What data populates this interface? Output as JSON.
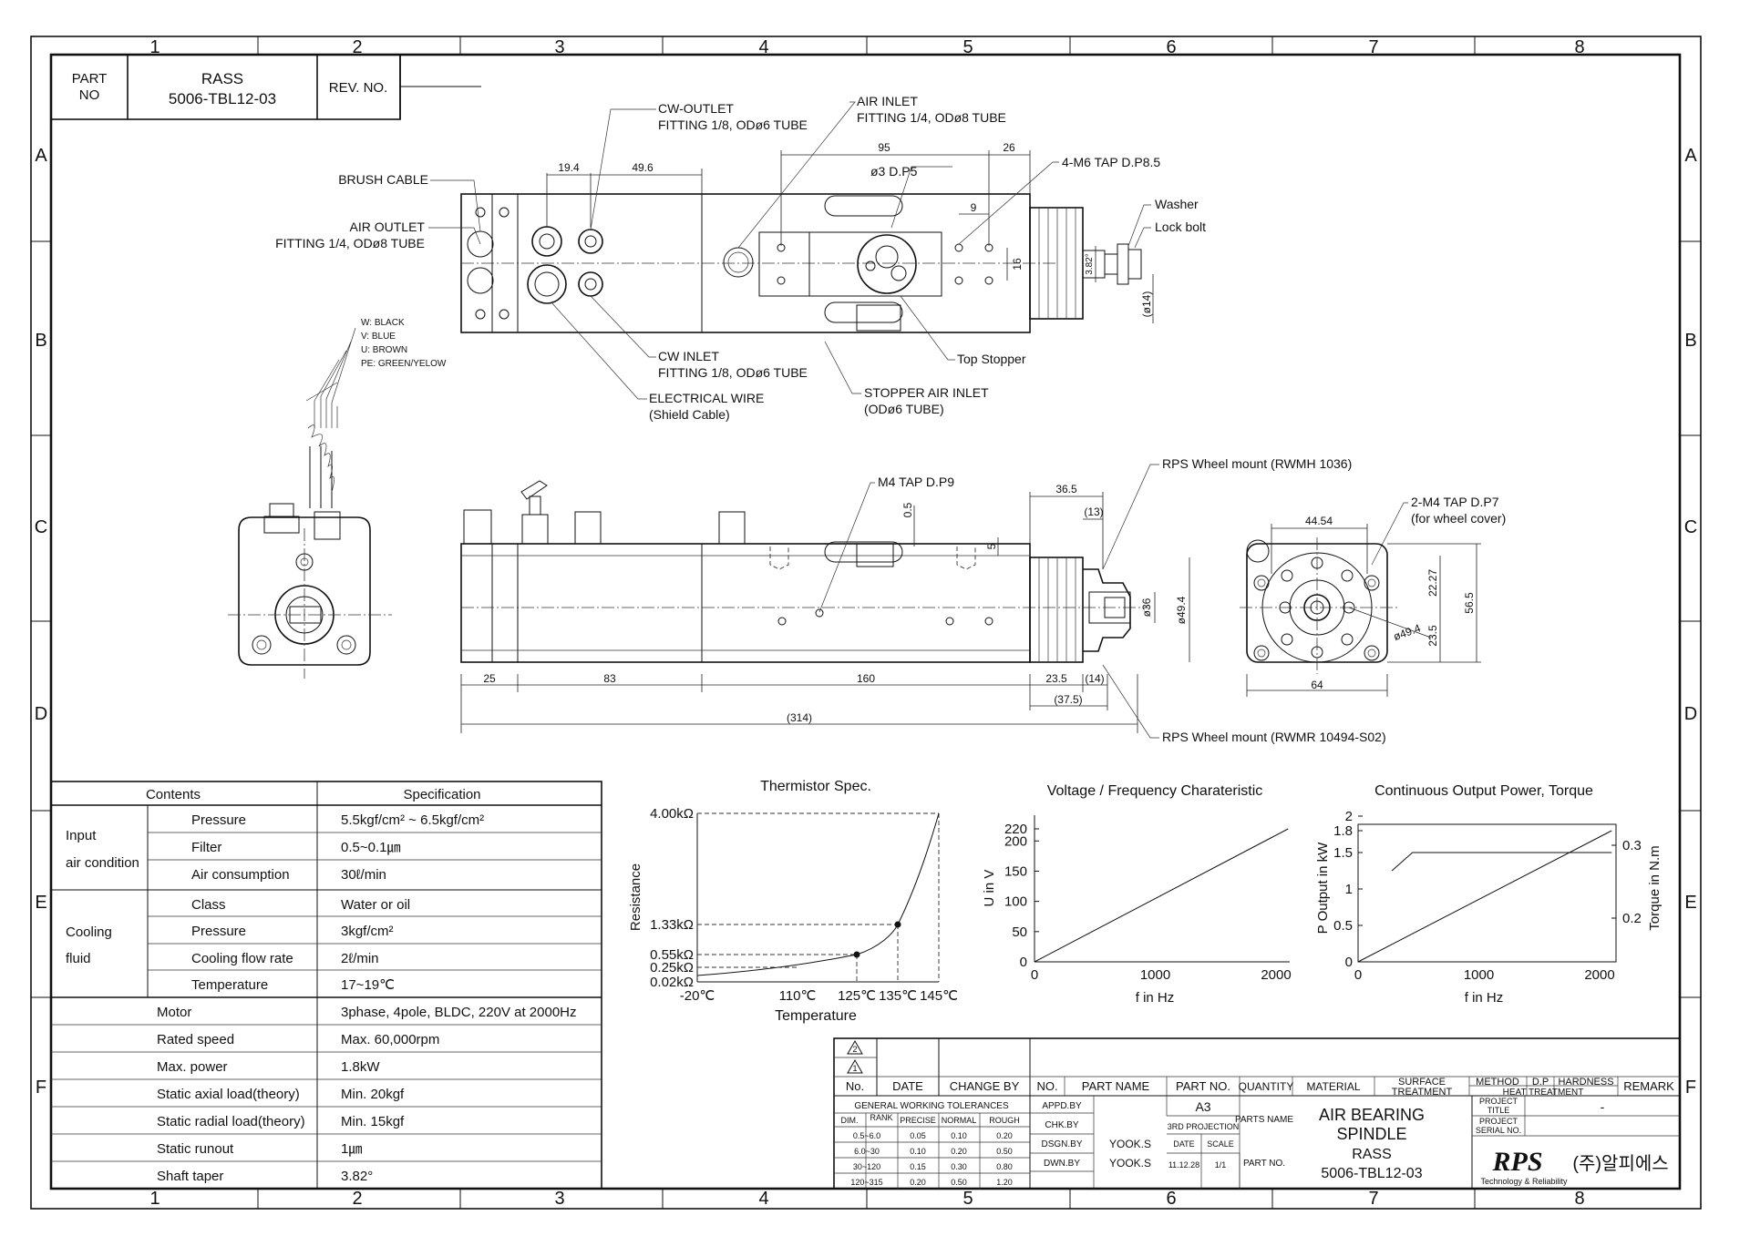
{
  "titlebox": {
    "part_no_label_1": "PART",
    "part_no_label_2": "NO",
    "part_no_1": "RASS",
    "part_no_2": "5006-TBL12-03",
    "rev_label": "REV. NO."
  },
  "grid": {
    "cols": [
      "1",
      "2",
      "3",
      "4",
      "5",
      "6",
      "7",
      "8"
    ],
    "rows": [
      "A",
      "B",
      "C",
      "D",
      "E",
      "F"
    ]
  },
  "callouts": {
    "cw_outlet_1": "CW-OUTLET",
    "cw_outlet_2": "FITTING 1/8, ODø6 TUBE",
    "air_inlet_1": "AIR INLET",
    "air_inlet_2": "FITTING 1/4, ODø8 TUBE",
    "brush_cable": "BRUSH CABLE",
    "air_outlet_1": "AIR OUTLET",
    "air_outlet_2": "FITTING 1/4, ODø8 TUBE",
    "phi3": "ø3 D.P5",
    "m6tap": "4-M6 TAP D.P8.5",
    "washer": "Washer",
    "lock_bolt": "Lock bolt",
    "cw_inlet_1": "CW INLET",
    "cw_inlet_2": "FITTING 1/8, ODø6 TUBE",
    "elec_wire_1": "ELECTRICAL WIRE",
    "elec_wire_2": "(Shield Cable)",
    "top_stopper": "Top Stopper",
    "stopper_air_1": "STOPPER AIR INLET",
    "stopper_air_2": "(ODø6 TUBE)",
    "w_black": "W: BLACK",
    "v_blue": "V: BLUE",
    "u_brown": "U: BROWN",
    "pe": "PE: GREEN/YELOW",
    "m4tap": "M4 TAP D.P9",
    "wheel_mount_1": "RPS Wheel mount (RWMH 1036)",
    "m4tap2_1": "2-M4 TAP D.P7",
    "m4tap2_2": "(for wheel cover)",
    "wheel_mount_2": "RPS Wheel mount (RWMR 10494-S02)"
  },
  "dims": {
    "d19_4": "19.4",
    "d49_6": "49.6",
    "d95": "95",
    "d26": "26",
    "d9": "9",
    "d16": "16",
    "d3_82": "3.82°",
    "d14p": "(ø14)",
    "d36_5": "36.5",
    "d13": "(13)",
    "d0_5": "0.5",
    "d5": "5",
    "d36": "ø36",
    "d49_4": "ø49.4",
    "d44_54": "44.54",
    "d22_27": "22.27",
    "d56_5": "56.5",
    "d23_5v": "23.5",
    "d49_4b": "ø49.4",
    "d64": "64",
    "d25": "25",
    "d83": "83",
    "d160": "160",
    "d23_5": "23.5",
    "d14": "(14)",
    "d37_5": "(37.5)",
    "d314": "(314)"
  },
  "spec": {
    "header_contents": "Contents",
    "header_spec": "Specification",
    "group_input_1": "Input",
    "group_input_2": "air condition",
    "group_cool_1": "Cooling",
    "group_cool_2": "fluid",
    "rows": [
      {
        "label": "Pressure",
        "value": "5.5kgf/cm² ~ 6.5kgf/cm²"
      },
      {
        "label": "Filter",
        "value": "0.5~0.1㎛"
      },
      {
        "label": "Air consumption",
        "value": "30ℓ/min"
      },
      {
        "label": "Class",
        "value": "Water or oil"
      },
      {
        "label": "Pressure",
        "value": "3kgf/cm²"
      },
      {
        "label": "Cooling flow rate",
        "value": "2ℓ/min"
      },
      {
        "label": "Temperature",
        "value": "17~19℃"
      },
      {
        "label": "Motor",
        "value": "3phase, 4pole, BLDC, 220V at 2000Hz"
      },
      {
        "label": "Rated speed",
        "value": "Max. 60,000rpm"
      },
      {
        "label": "Max. power",
        "value": "1.8kW"
      },
      {
        "label": "Static axial load(theory)",
        "value": "Min. 20kgf"
      },
      {
        "label": "Static radial load(theory)",
        "value": "Min. 15kgf"
      },
      {
        "label": "Static runout",
        "value": "1㎛"
      },
      {
        "label": "Shaft taper",
        "value": "3.82°"
      }
    ]
  },
  "chart_data": [
    {
      "type": "line",
      "title": "Thermistor Spec.",
      "xlabel": "Temperature",
      "ylabel": "Resistance",
      "x_ticks": [
        "-20℃",
        "110℃",
        "125℃",
        "135℃",
        "145℃"
      ],
      "y_ticks": [
        "0.02kΩ",
        "0.25kΩ",
        "0.55kΩ",
        "1.33kΩ",
        "4.00kΩ"
      ],
      "x": [
        -20,
        110,
        125,
        135,
        145
      ],
      "y": [
        0.02,
        0.25,
        0.55,
        1.33,
        4.0
      ]
    },
    {
      "type": "line",
      "title": "Voltage / Frequency Charateristic",
      "xlabel": "f in Hz",
      "ylabel": "U in V",
      "x_ticks": [
        "0",
        "1000",
        "2000"
      ],
      "y_ticks": [
        "0",
        "50",
        "100",
        "150",
        "200",
        "220"
      ],
      "xlim": [
        0,
        2000
      ],
      "ylim": [
        0,
        220
      ],
      "x": [
        0,
        2100
      ],
      "y": [
        0,
        220
      ]
    },
    {
      "type": "line",
      "title": "Continuous Output Power, Torque",
      "xlabel": "f in Hz",
      "ylabel": "P Output in kW",
      "y2label": "Torque in N.m",
      "x_ticks": [
        "0",
        "1000",
        "2000"
      ],
      "y_ticks": [
        "0",
        "0.5",
        "1",
        "1.5",
        "1.8",
        "2"
      ],
      "y2_ticks": [
        "0.2",
        "0.3"
      ],
      "xlim": [
        0,
        2000
      ],
      "ylim": [
        0,
        2
      ],
      "series": [
        {
          "x": [
            0,
            2100
          ],
          "y": [
            0,
            1.8
          ]
        },
        {
          "x": [
            280,
            450,
            2100
          ],
          "y": [
            1.25,
            1.5,
            1.5
          ]
        }
      ]
    }
  ],
  "title_block": {
    "rev_sym_2": "2",
    "rev_sym_1": "1",
    "no": "No.",
    "date": "DATE",
    "change_by": "CHANGE BY",
    "no2": "NO.",
    "part_name": "PART NAME",
    "part_no": "PART NO.",
    "quantity": "QUANTITY",
    "material": "MATERIAL",
    "surface_1": "SURFACE",
    "surface_2": "TREATMENT",
    "method": "METHOD",
    "dp": "D.P",
    "hardness": "HARDNESS",
    "heat": "HEAT TREATMENT",
    "remark": "REMARK",
    "tol_title": "GENERAL WORKING TOLERANCES",
    "tol_heads": [
      "DIM.",
      "RANK",
      "PRECISE",
      "NORMAL",
      "ROUGH"
    ],
    "tol_rows": [
      [
        "0.5~6.0",
        "0.05",
        "0.10",
        "0.20"
      ],
      [
        "6.0~30",
        "0.10",
        "0.20",
        "0.50"
      ],
      [
        "30~120",
        "0.15",
        "0.30",
        "0.80"
      ],
      [
        "120~315",
        "0.20",
        "0.50",
        "1.20"
      ]
    ],
    "apprd": "APPD.BY",
    "chkd": "CHK.BY",
    "dsgn": "DSGN.BY",
    "dwn": "DWN.BY",
    "dsgn_name": "YOOK.S",
    "dwn_name": "YOOK.S",
    "size": "A3",
    "projection": "3RD PROJECTION",
    "date_label": "DATE",
    "scale_label": "SCALE",
    "date_val": "11.12.28",
    "scale_val": "1/1",
    "parts_name_label": "PARTS NAME",
    "part_no_label": "PART NO.",
    "name_1": "AIR BEARING",
    "name_2": "SPINDLE",
    "drw_no_1": "RASS",
    "drw_no_2": "5006-TBL12-03",
    "project_title_1": "PROJECT",
    "project_title_2": "TITLE",
    "project_serial_1": "PROJECT",
    "project_serial_2": "SERIAL NO.",
    "dash": "-",
    "logo": "RPS",
    "logo_sub": "Technology & Reliability",
    "logo_kor": "(주)알피에스"
  }
}
